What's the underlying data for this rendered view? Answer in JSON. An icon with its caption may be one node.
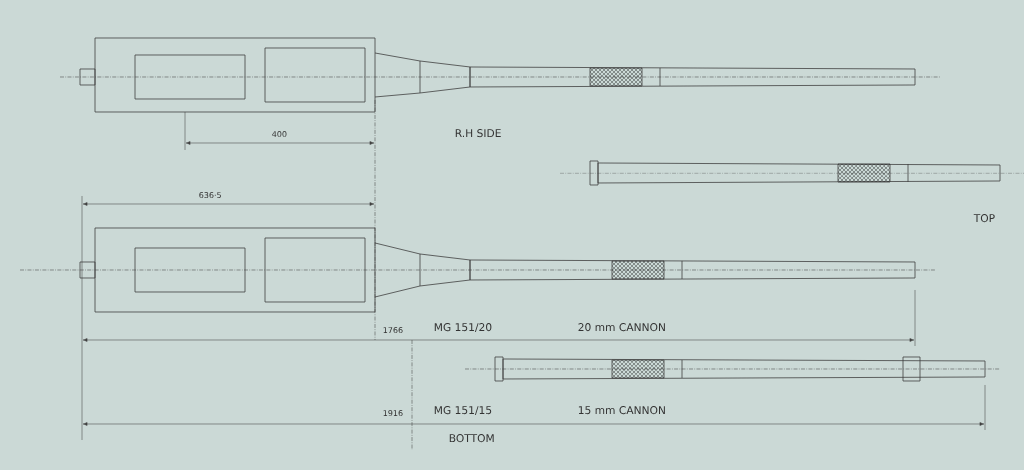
{
  "diagram": {
    "labels": [
      "400",
      "R.H SIDE",
      "636·5",
      "TOP",
      "1766",
      "MG 151/20",
      "20 mm CANNON",
      "1916",
      "MG 151/15",
      "15 mm CANNON",
      "BOTTOM"
    ]
  }
}
